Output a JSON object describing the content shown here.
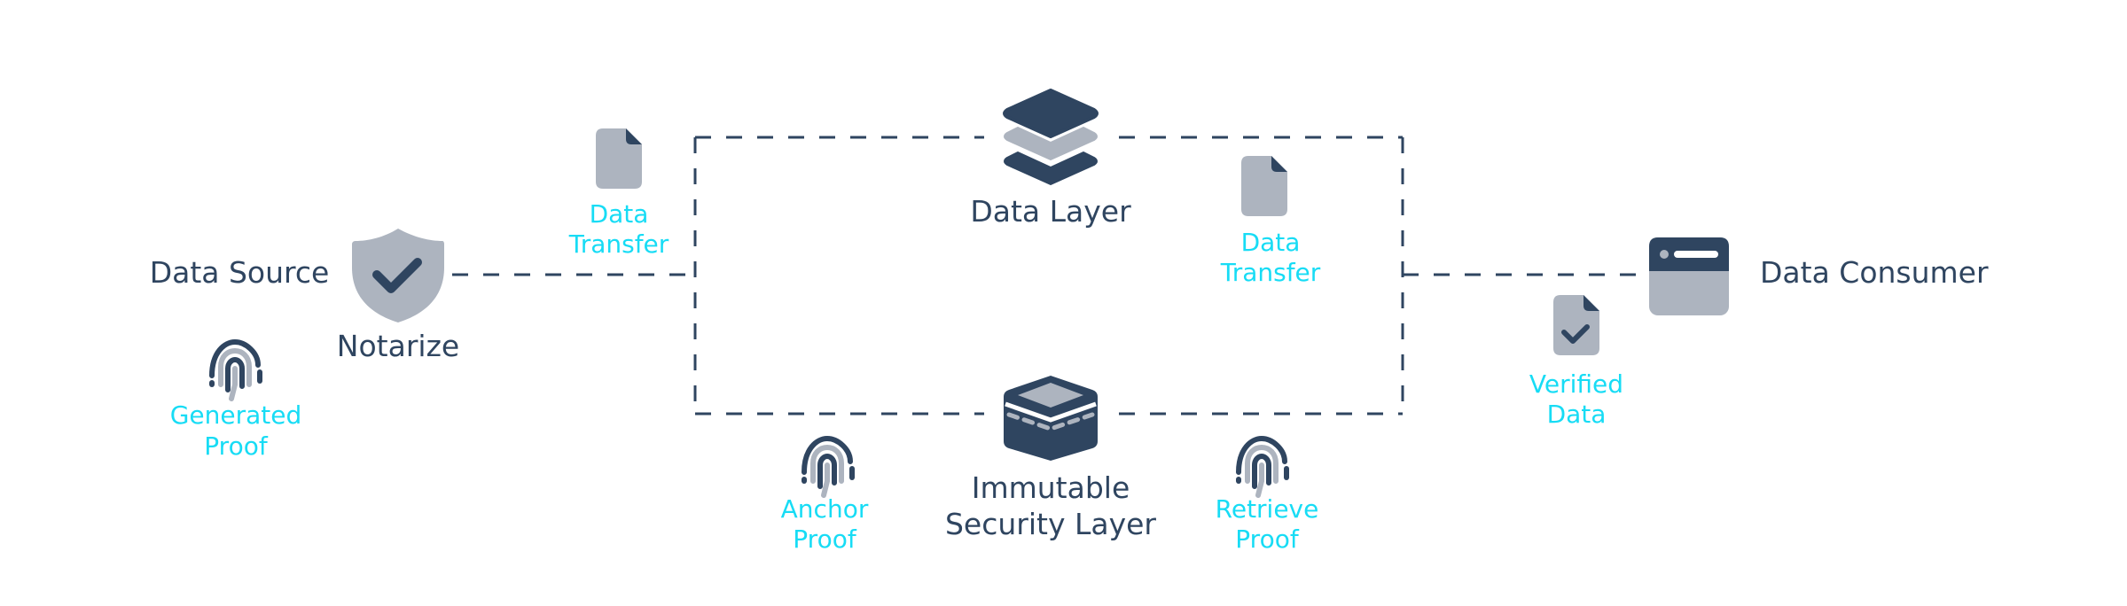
{
  "diagram": {
    "colors": {
      "dark": "#2f4560",
      "light": "#adb4bf",
      "accent": "#17dcf5",
      "background": "#ffffff"
    },
    "nodes": {
      "data_source": {
        "label": "Data Source"
      },
      "notarize": {
        "label": "Notarize",
        "icon": "shield-check-icon"
      },
      "generated_proof": {
        "lines": [
          "Generated",
          "Proof"
        ],
        "icon": "fingerprint-icon"
      },
      "data_transfer_left": {
        "lines": [
          "Data",
          "Transfer"
        ],
        "icon": "document-icon"
      },
      "data_layer": {
        "label": "Data Layer",
        "icon": "layers-icon"
      },
      "data_transfer_right": {
        "lines": [
          "Data",
          "Transfer"
        ],
        "icon": "document-icon"
      },
      "security_layer": {
        "lines": [
          "Immutable",
          "Security Layer"
        ],
        "icon": "secure-box-icon"
      },
      "anchor_proof": {
        "lines": [
          "Anchor",
          "Proof"
        ],
        "icon": "fingerprint-icon"
      },
      "retrieve_proof": {
        "lines": [
          "Retrieve",
          "Proof"
        ],
        "icon": "fingerprint-icon"
      },
      "data_consumer": {
        "label": "Data Consumer",
        "icon": "browser-window-icon"
      },
      "verified_data": {
        "lines": [
          "Verified",
          "Data"
        ],
        "icon": "document-check-icon"
      }
    },
    "edges": [
      {
        "from": "notarize",
        "to": "processing_box",
        "style": "dashed"
      },
      {
        "from": "processing_box",
        "to": "data_consumer",
        "style": "dashed"
      },
      {
        "from": "data_layer",
        "to": "security_layer",
        "style": "dashed-box"
      }
    ]
  }
}
